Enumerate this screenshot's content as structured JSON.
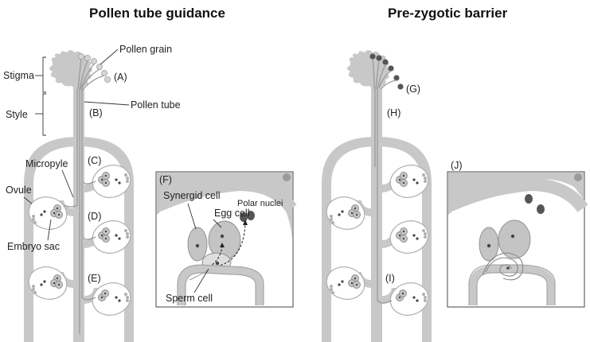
{
  "titles": {
    "left": "Pollen tube guidance",
    "right": "Pre-zygotic barrier"
  },
  "labels": {
    "pollen_grain": "Pollen grain",
    "stigma": "Stigma",
    "style": "Style",
    "pollen_tube": "Pollen tube",
    "micropyle": "Micropyle",
    "ovule": "Ovule",
    "embryo_sac": "Embryo sac",
    "synergid_cell": "Synergid cell",
    "egg_cell": "Egg cell",
    "polar_nuclei": "Polar nuclei",
    "sperm_cell": "Sperm cell"
  },
  "panel_letters": {
    "A": "(A)",
    "B": "(B)",
    "C": "(C)",
    "D": "(D)",
    "E": "(E)",
    "F": "(F)",
    "G": "(G)",
    "H": "(H)",
    "I": "(I)",
    "J": "(J)"
  },
  "colors": {
    "tissue": "#c8c8c8",
    "cell": "#c4c4c4",
    "nucleus": "#444444",
    "pollen_compatible": "#d4d4d4",
    "pollen_incompatible": "#555555"
  }
}
